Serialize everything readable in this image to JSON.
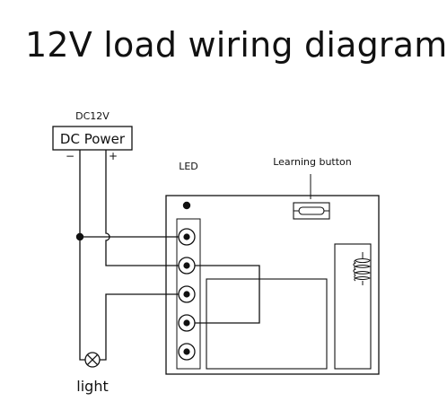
{
  "diagram": {
    "title": "12V load wiring diagram",
    "supply_voltage": "DC12V",
    "power_label": "DC Power",
    "minus_label": "−",
    "plus_label": "+",
    "led_label": "LED",
    "learning_label": "Learning button",
    "load_label": "light",
    "terminal_count": 5
  }
}
